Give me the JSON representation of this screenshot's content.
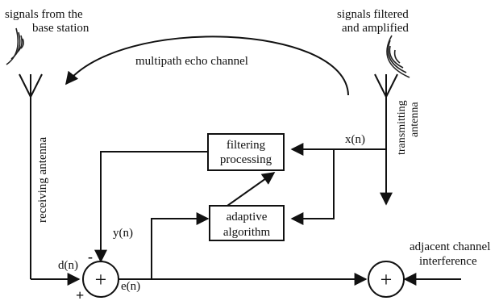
{
  "labels": {
    "signals_from_base_line1": "signals from the",
    "signals_from_base_line2": "base station",
    "signals_filtered_line1": "signals filtered",
    "signals_filtered_line2": "and amplified",
    "multipath_echo": "multipath echo channel",
    "receiving_antenna": "receiving antenna",
    "transmitting_antenna_line1": "transmitting",
    "transmitting_antenna_line2": "antenna",
    "filtering_line1": "filtering",
    "filtering_line2": "processing",
    "adaptive_line1": "adaptive",
    "adaptive_line2": "algorithm",
    "x_n": "x(n)",
    "y_n": "y(n)",
    "d_n": "d(n)",
    "e_n": "e(n)",
    "minus_sign": "-",
    "plus_sign": "+",
    "adjacent_line1": "adjacent channel",
    "adjacent_line2": "interference",
    "summer_symbol": "+"
  }
}
